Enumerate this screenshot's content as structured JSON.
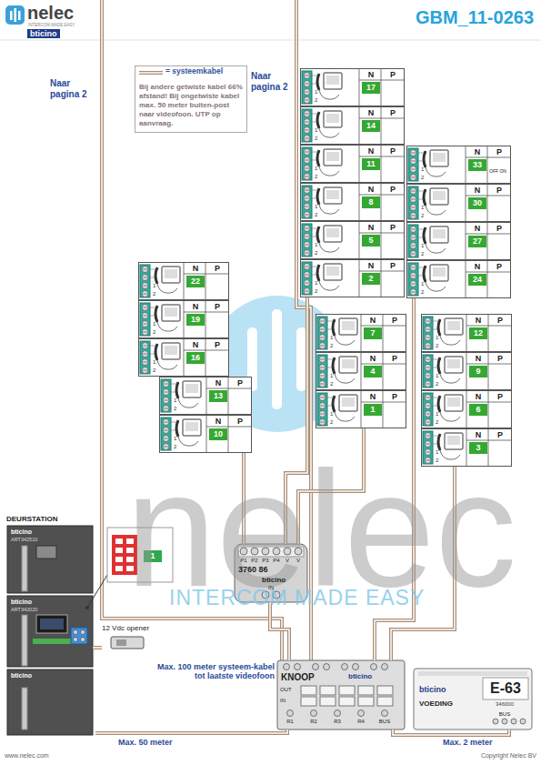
{
  "diagram": {
    "title": "GBM_11-0263",
    "nodes": [
      {
        "text": [
          "Bij andere getwiste kabel 66% afstand! Bij ongetwiste kabel max. 50 meter buiten-post naar videofoon. UTP op aanvraag."
        ]
      },
      {
        "text": [
          "N",
          "P",
          "17",
          "1",
          "2"
        ]
      },
      {
        "text": [
          "N",
          "P",
          "14",
          "1",
          "2"
        ]
      },
      {
        "text": [
          "N",
          "P",
          "11",
          "1",
          "2"
        ]
      },
      {
        "text": [
          "N",
          "P",
          "8",
          "1",
          "2"
        ]
      },
      {
        "text": [
          "N",
          "P",
          "5",
          "1",
          "2"
        ]
      },
      {
        "text": [
          "N",
          "P",
          "2",
          "1",
          "2"
        ]
      },
      {
        "text": [
          "N",
          "P",
          "33",
          "1",
          "2"
        ]
      },
      {
        "text": [
          "N",
          "P",
          "30",
          "1",
          "2"
        ]
      },
      {
        "text": [
          "N",
          "P",
          "27",
          "1",
          "2"
        ]
      },
      {
        "text": [
          "N",
          "P",
          "24",
          "1",
          "2"
        ]
      },
      {
        "text": [
          "N",
          "P",
          "22",
          "1",
          "2"
        ]
      },
      {
        "text": [
          "N",
          "P",
          "19",
          "1",
          "2"
        ]
      },
      {
        "text": [
          "N",
          "P",
          "16",
          "1",
          "2"
        ]
      },
      {
        "text": [
          "N",
          "P",
          "13",
          "1",
          "2"
        ]
      },
      {
        "text": [
          "N",
          "P",
          "10",
          "1",
          "2"
        ]
      },
      {
        "text": [
          "N",
          "P",
          "7",
          "1",
          "2"
        ]
      },
      {
        "text": [
          "N",
          "P",
          "4",
          "1",
          "2"
        ]
      },
      {
        "text": [
          "N",
          "P",
          "1",
          "1",
          "2"
        ]
      },
      {
        "text": [
          "N",
          "P",
          "12",
          "1",
          "2"
        ]
      },
      {
        "text": [
          "N",
          "P",
          "9",
          "1",
          "2"
        ]
      },
      {
        "text": [
          "N",
          "P",
          "6",
          "1",
          "2"
        ]
      },
      {
        "text": [
          "N",
          "P",
          "3",
          "1",
          "2"
        ]
      },
      {
        "text": [
          "P1",
          "P2",
          "P3",
          "P4",
          "V",
          "V",
          "3760 86",
          "bticino",
          "IN"
        ]
      },
      {
        "text": [
          "DEURSTATION"
        ]
      },
      {
        "text": [
          "bticino",
          "ART342510"
        ],
        "in": 24
      },
      {
        "text": [
          "bticino",
          "ART342020"
        ],
        "in": 24
      },
      {
        "text": [
          "bticino"
        ],
        "in": 24
      },
      {
        "text": [
          "12 Vdc opener"
        ]
      },
      {
        "text": [
          "1"
        ]
      },
      {
        "text": [
          "KNOOP",
          "OUT",
          "IN",
          "bticino",
          "R1",
          "R2",
          "R3",
          "R4",
          "BUS"
        ]
      },
      {
        "text": [
          "bticino",
          "E-63",
          "VOEDING",
          "346000",
          "BUS"
        ]
      }
    ],
    "edges": [
      {
        "from": 24,
        "to": 30,
        "arrow": "none",
        "label": "Max. 50 meter"
      },
      {
        "from": 31,
        "to": 30,
        "arrow": "none",
        "label": "Max. 2 meter"
      },
      {
        "from": 30,
        "to": 23,
        "arrow": "none"
      },
      {
        "from": 23,
        "to": 15,
        "arrow": "none"
      },
      {
        "from": 23,
        "to": 6,
        "arrow": "none"
      },
      {
        "from": 23,
        "to": 18,
        "arrow": "none"
      },
      {
        "from": 30,
        "to": 22,
        "arrow": "none"
      },
      {
        "from": 30,
        "to": 10,
        "arrow": "none"
      },
      {
        "from": 26,
        "to": 28,
        "arrow": "none"
      }
    ],
    "labels": [
      "nelec",
      "INTERCOM MADE EASY",
      "bticino",
      "Naar pagina 2",
      "Naar pagina 2",
      "Max. 100 meter systeem-kabel tot laatste videofoon",
      "www.nelec.com",
      "Copyright Nelec BV",
      "nelec",
      "INTERCOM MADE EASY",
      "OFF ON"
    ],
    "legend": [
      {
        "text": "= systeemkabel"
      }
    ]
  }
}
